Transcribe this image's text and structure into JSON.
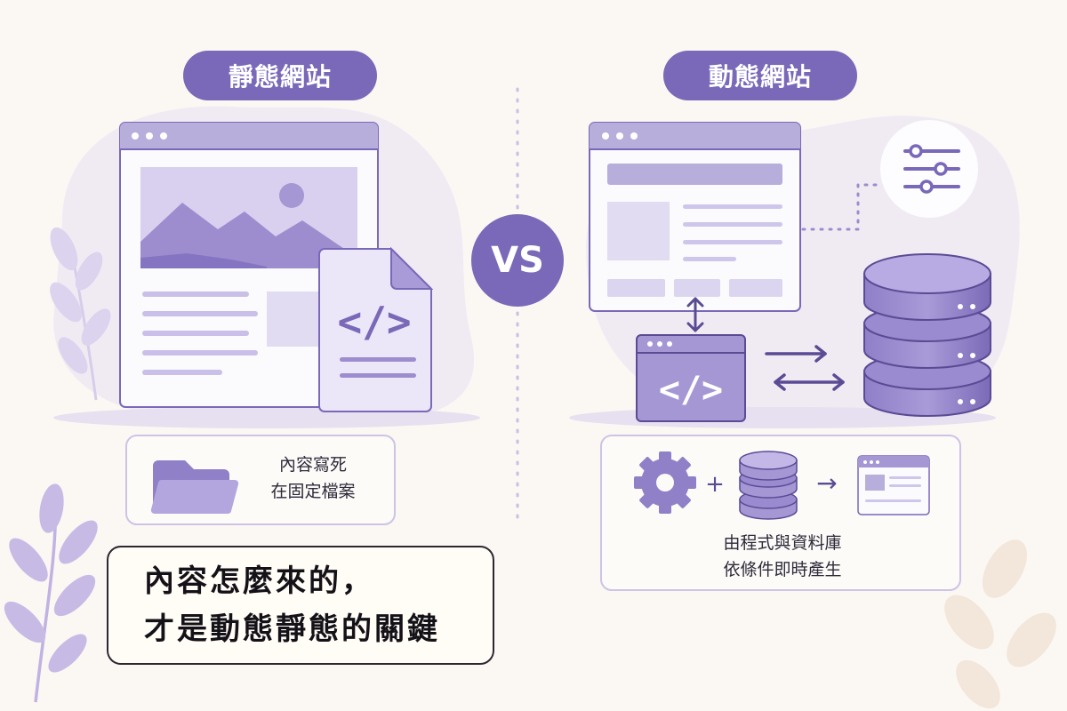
{
  "static_site": {
    "title": "靜態網站",
    "description_lines": [
      "內容寫死",
      "在固定檔案"
    ]
  },
  "dynamic_site": {
    "title": "動態網站",
    "description_lines": [
      "由程式與資料庫",
      "依條件即時產生"
    ]
  },
  "vs_label": "VS",
  "code_symbol": "</>",
  "plus_symbol": "+",
  "arrow_symbol": "→",
  "conclusion_lines": [
    "內容怎麼來的，",
    "才是動態靜態的關鍵"
  ],
  "colors": {
    "accent": "#7a68b8",
    "accent_light": "#cfc6ec",
    "accent_pale": "#ece7f8",
    "background": "#fbf7f3",
    "ink": "#2b2833"
  }
}
